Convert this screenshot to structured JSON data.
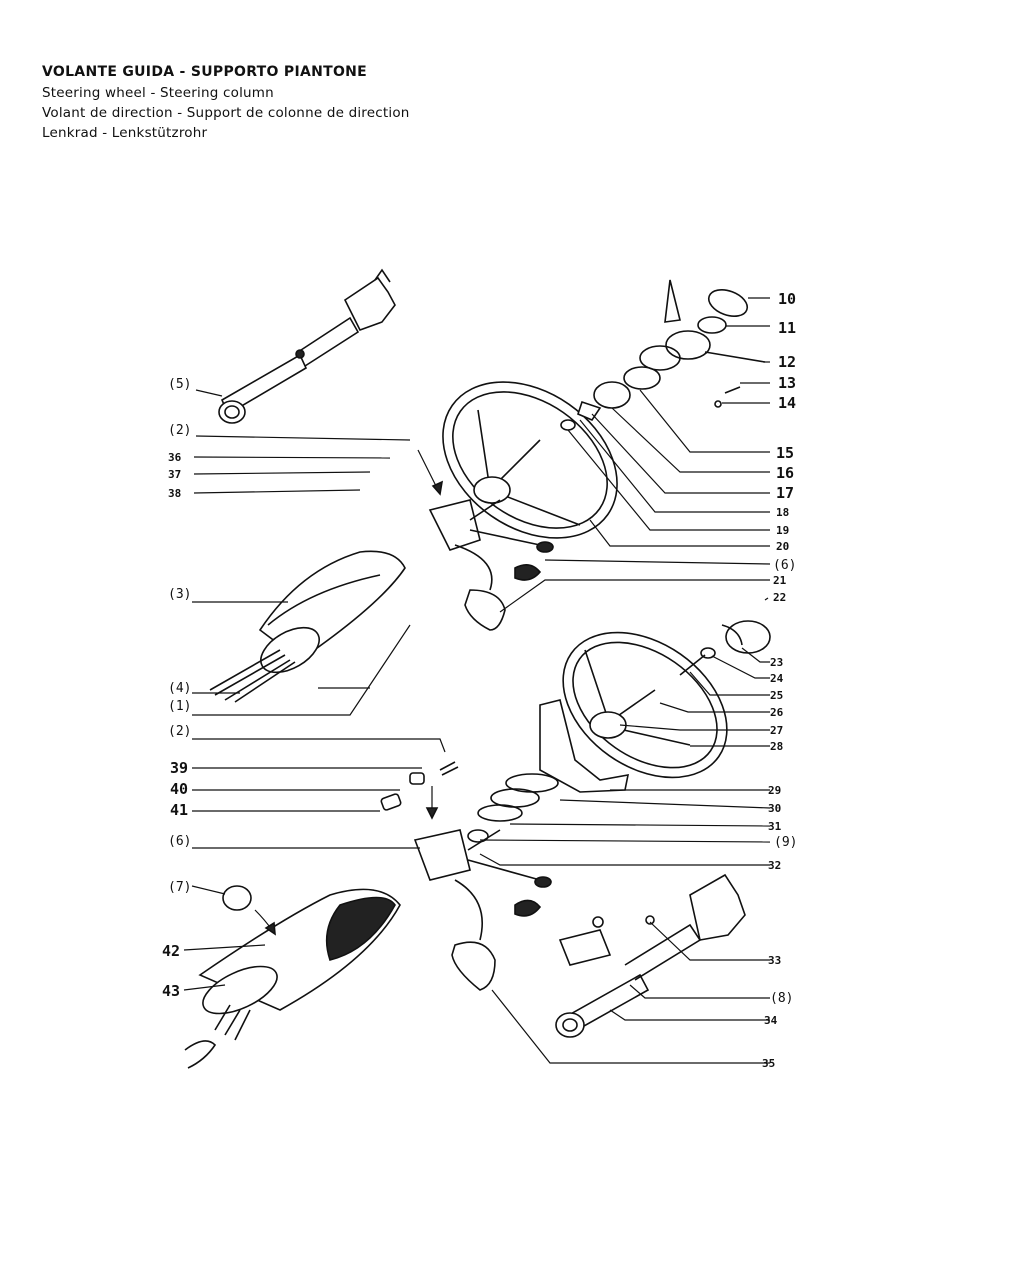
{
  "header": {
    "title": "VOLANTE GUIDA - SUPPORTO PIANTONE",
    "line_en": "Steering wheel - Steering column",
    "line_fr": "Volant de direction - Support de colonne de direction",
    "line_de": "Lenkrad - Lenkstützrohr"
  },
  "labels": {
    "l5": "(5)",
    "l2a": "(2)",
    "l36": "36",
    "l37": "37",
    "l38": "38",
    "l3": "(3)",
    "l4": "(4)",
    "l1": "(1)",
    "l2b": "(2)",
    "l39": "39",
    "l40": "40",
    "l41": "41",
    "l6b": "(6)",
    "l7": "(7)",
    "l42": "42",
    "l43": "43",
    "l10": "10",
    "l11": "11",
    "l12": "12",
    "l13": "13",
    "l14": "14",
    "l15": "15",
    "l16": "16",
    "l17": "17",
    "l18": "18",
    "l19": "19",
    "l20": "20",
    "l6a": "(6)",
    "l21": "21",
    "l22": "22",
    "l23": "23",
    "l24": "24",
    "l25": "25",
    "l26": "26",
    "l27": "27",
    "l28": "28",
    "l29": "29",
    "l30": "30",
    "l31": "31",
    "l9": "(9)",
    "l32": "32",
    "l33": "33",
    "l8": "(8)",
    "l34": "34",
    "l35": "35"
  }
}
